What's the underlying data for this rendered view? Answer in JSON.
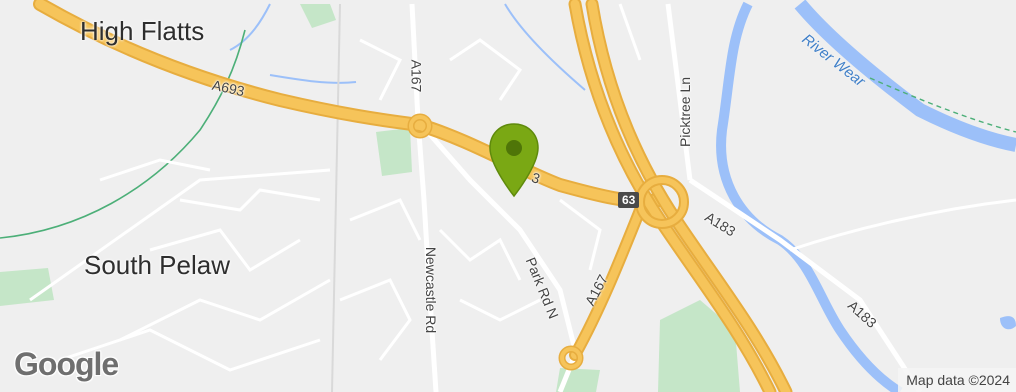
{
  "map": {
    "places": {
      "high_flatts": "High Flatts",
      "south_pelaw": "South Pelaw"
    },
    "roads": {
      "a693_label": "A693",
      "a693_label_east": "3",
      "a167_north_label": "A167",
      "a167_south_label": "A167",
      "a183_label": "A183",
      "a183_label_east": "A183",
      "newcastle_rd": "Newcastle Rd",
      "park_rd_n": "Park Rd N",
      "picktree_ln": "Picktree Ln",
      "junction_shield": "63"
    },
    "water": {
      "river_wear": "River Wear"
    },
    "colors": {
      "major_road": "#f6c45a",
      "major_road_outline": "#e7ad3f",
      "minor_road": "#ffffff",
      "water": "#9cc0f9",
      "park": "#c5e6c8",
      "pin": "#7aa814"
    },
    "marker": {
      "icon": "map-pin-icon"
    },
    "logo": "Google",
    "attribution": "Map data ©2024"
  }
}
